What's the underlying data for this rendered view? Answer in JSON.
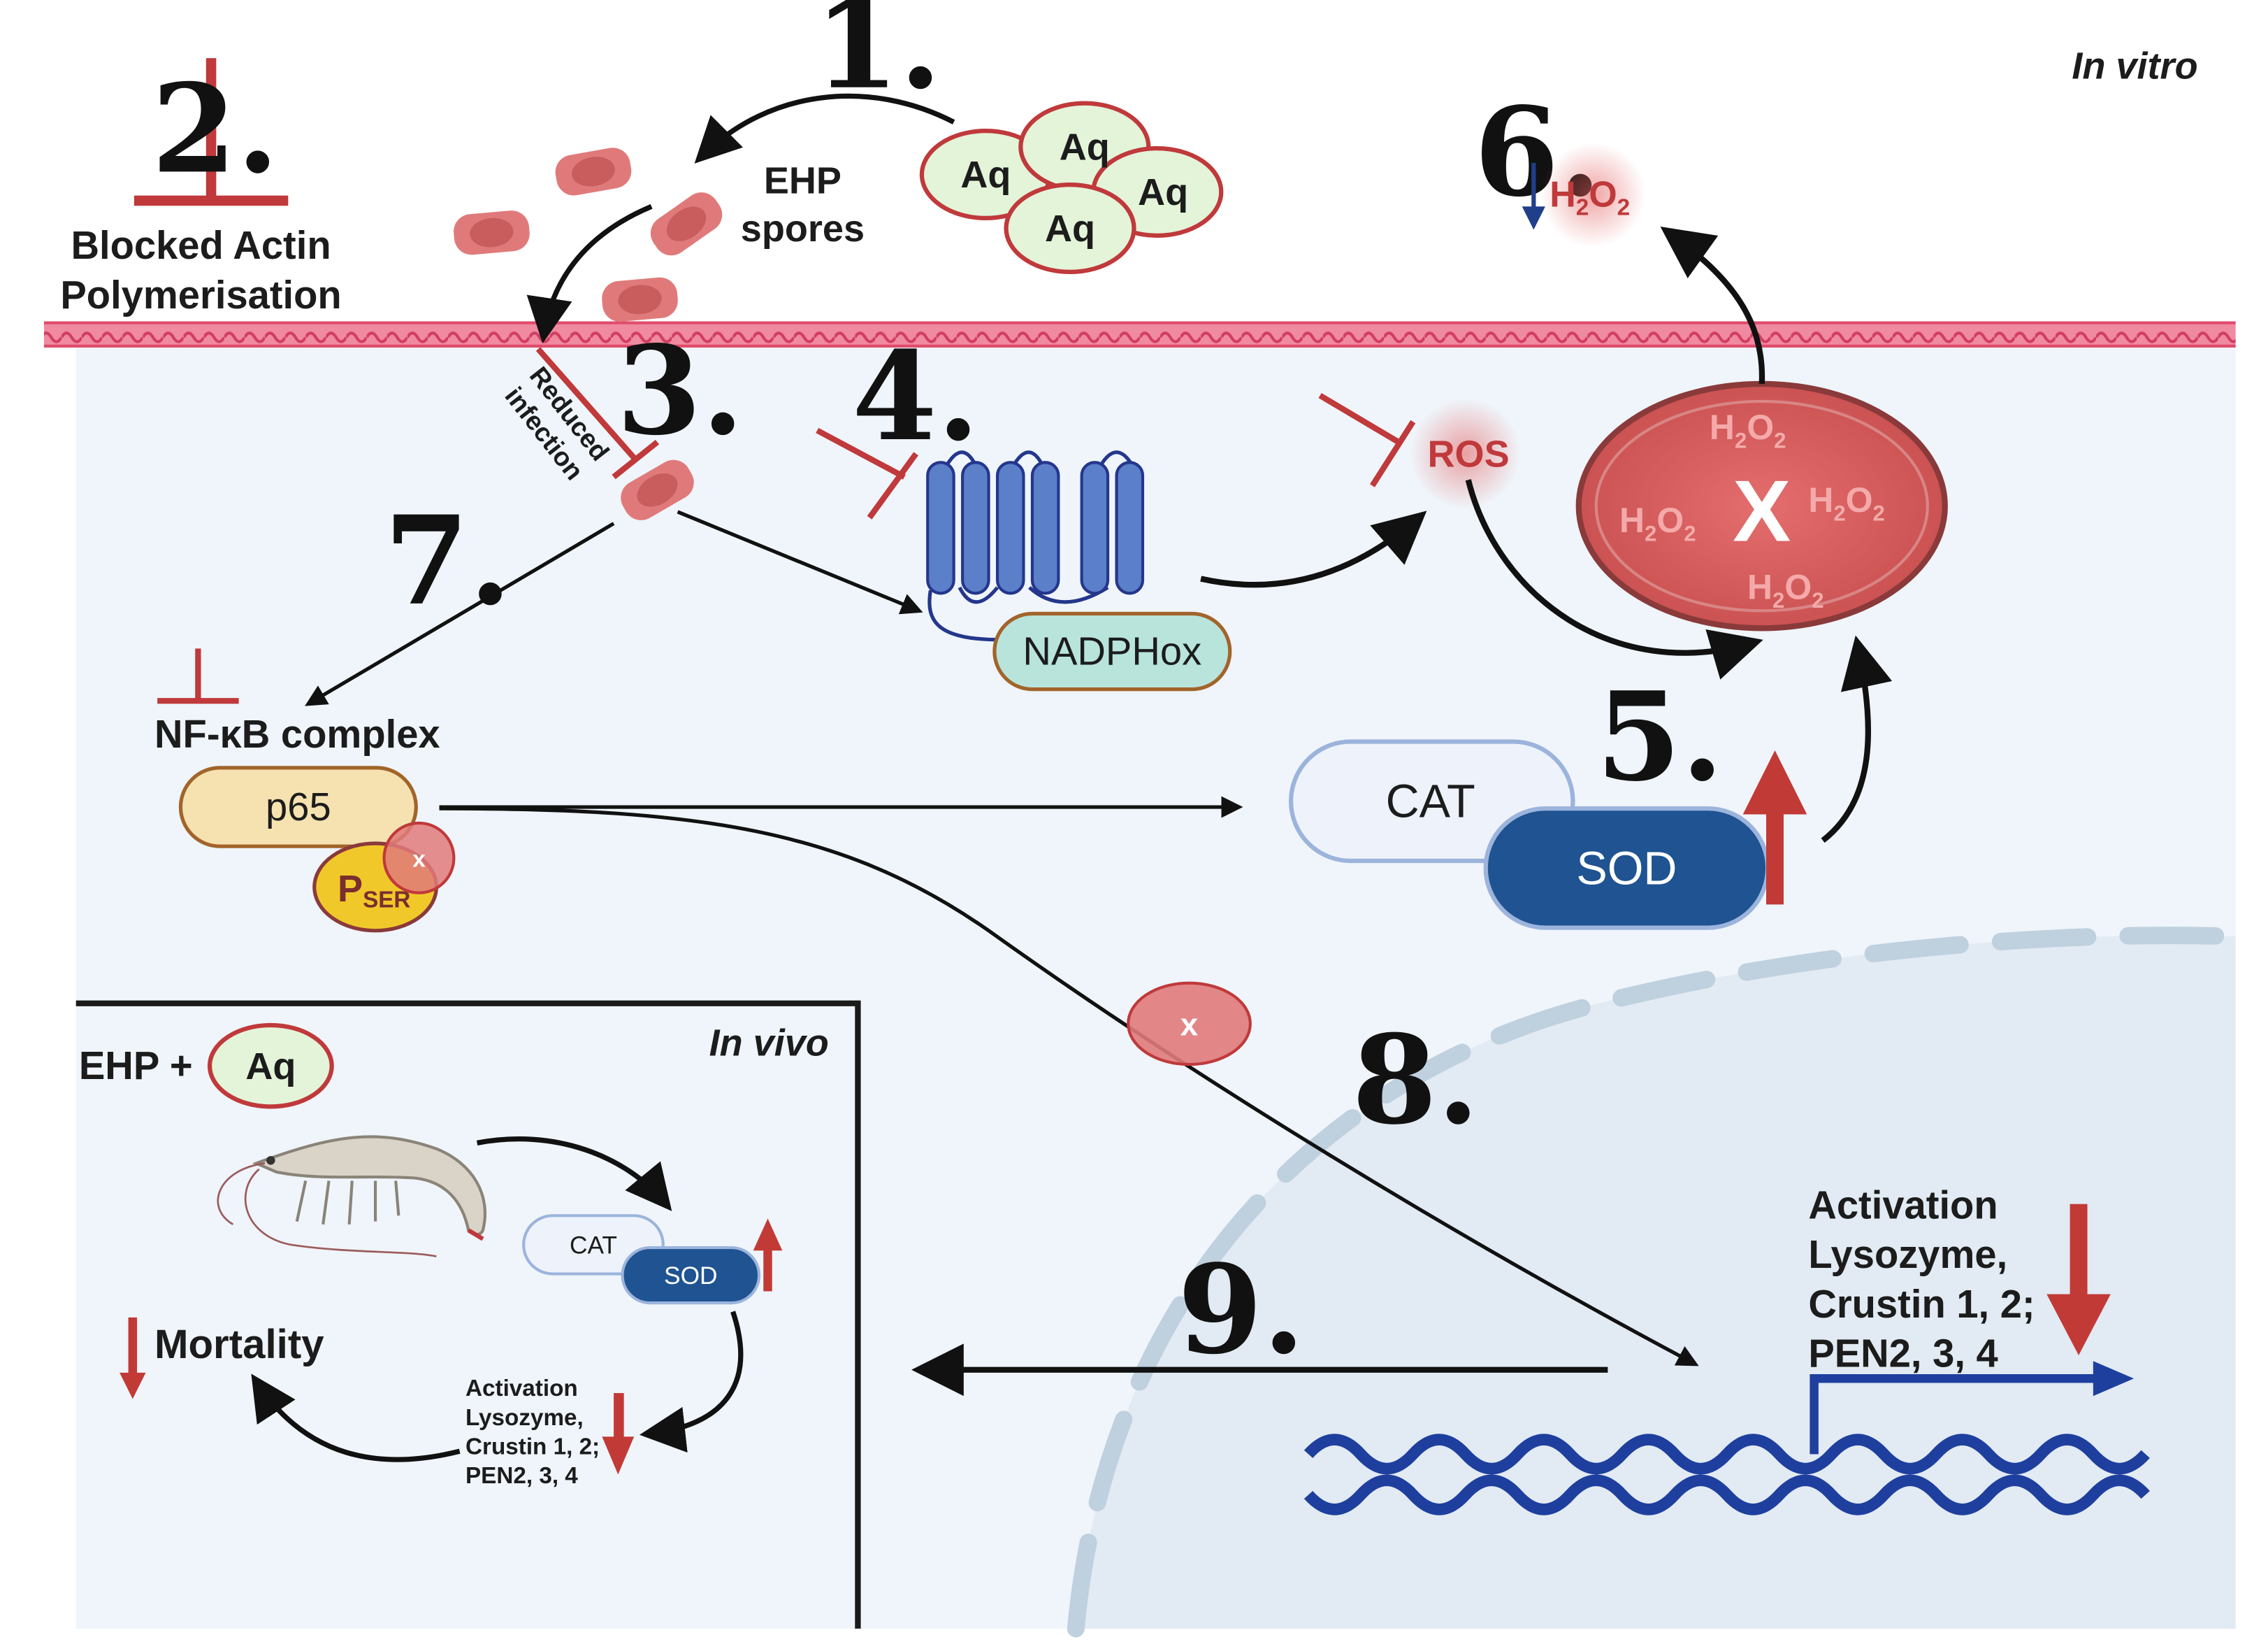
{
  "labels": {
    "in_vitro": "In vitro",
    "in_vivo": "In vivo",
    "step1": "1.",
    "step2": "2.",
    "step3": "3.",
    "step4": "4.",
    "step5": "5.",
    "step6": "6.",
    "step7": "7.",
    "step8": "8.",
    "step9": "9.",
    "blocked_actin_line1": "Blocked Actin",
    "blocked_actin_line2": "Polymerisation",
    "ehp_line1": "EHP",
    "ehp_line2": "spores",
    "aq": "Aq",
    "reduced_line1": "Reduced",
    "reduced_line2": "infection",
    "nadphox": "NADPHox",
    "ros": "ROS",
    "h2o2_main": "H",
    "h2o2_sub": "2",
    "h2o2_o": "O",
    "x_mark": "X",
    "x_small": "x",
    "nfkb": "NF-κB complex",
    "p65": "p65",
    "pser_p": "P",
    "pser_sub": "SER",
    "cat": "CAT",
    "sod": "SOD",
    "activation_lines": [
      "Activation",
      "Lysozyme,",
      "Crustin 1, 2;",
      "PEN2, 3, 4"
    ],
    "ehp_plus": "EHP +",
    "mortality": "Mortality",
    "inv_cat": "CAT",
    "inv_sod": "SOD",
    "inv_activation_lines": [
      "Activation",
      "Lysozyme,",
      "Crustin 1, 2;",
      "PEN2, 3, 4"
    ]
  },
  "colors": {
    "background_cell": "#eff5fa",
    "nucleus": "#e3ebf4",
    "membrane": "#e04c6c",
    "inhibit_red": "#c0393b",
    "up_arrow_red": "#c23a36",
    "down_arrow_blue": "#1f3f8a",
    "aq_fill": "#e3f4d9",
    "aq_stroke": "#c0393b",
    "spore": "#e07a7a",
    "receptor": "#5b7fc9",
    "nadphox_fill": "#b8e4dc",
    "cat_fill": "#eef3fb",
    "sod_fill": "#1f5391",
    "p65_fill": "#f5e2b0",
    "pser_fill": "#f1c82a",
    "dna": "#1e3f9e"
  },
  "icons": [
    "inhibition-icon",
    "spore-icon",
    "receptor-icon",
    "dna-icon",
    "shrimp-icon",
    "arrow-icon"
  ]
}
